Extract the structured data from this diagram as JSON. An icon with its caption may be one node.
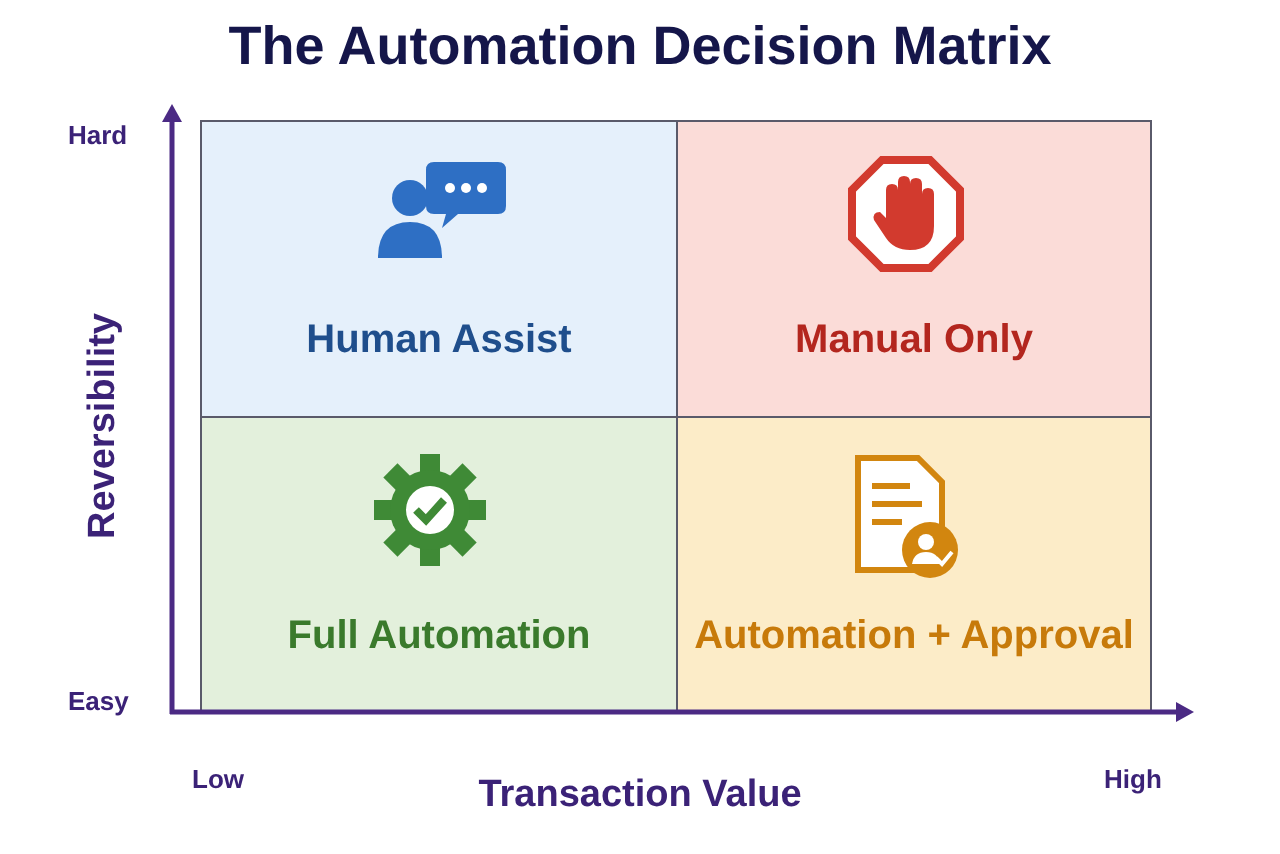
{
  "diagram": {
    "title": "The Automation Decision Matrix",
    "nodes": [
      {
        "text": [
          "Human Assist"
        ]
      },
      {
        "text": [
          "Manual Only"
        ]
      },
      {
        "text": [
          "Full Automation"
        ]
      },
      {
        "text": [
          "Automation + Approval"
        ]
      }
    ],
    "labels": [
      "Hard",
      "Reversibility",
      "Easy",
      "Low",
      "Transaction Value",
      "High"
    ]
  }
}
